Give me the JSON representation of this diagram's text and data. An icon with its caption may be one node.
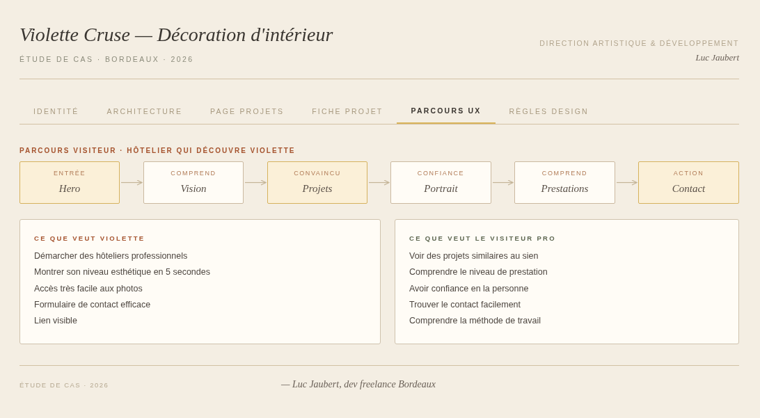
{
  "diagram": {
    "title": "Violette Cruse — Décoration d'intérieur",
    "nodes": [
      {
        "text": [
          "ENTRÉE",
          "Hero"
        ]
      },
      {
        "text": [
          "COMPREND",
          "Vision"
        ]
      },
      {
        "text": [
          "CONVAINCU",
          "Projets"
        ]
      },
      {
        "text": [
          "CONFIANCE",
          "Portrait"
        ]
      },
      {
        "text": [
          "COMPREND",
          "Prestations"
        ]
      },
      {
        "text": [
          "ACTION",
          "Contact"
        ]
      },
      {
        "text": [
          "CE QUE VEUT VIOLETTE",
          "Démarcher des hôteliers professionnels",
          "Montrer son niveau esthétique en 5 secondes",
          "Accès très facile aux photos",
          "Formulaire de contact efficace",
          "Lien visible"
        ]
      },
      {
        "text": [
          "CE QUE VEUT LE VISITEUR PRO",
          "Voir des projets similaires au sien",
          "Comprendre le niveau de prestation",
          "Avoir confiance en la personne",
          "Trouver le contact facilement",
          "Comprendre la méthode de travail"
        ]
      }
    ],
    "edges": [
      {
        "from": 0,
        "to": 1,
        "arrow": "to"
      },
      {
        "from": 1,
        "to": 2,
        "arrow": "to"
      },
      {
        "from": 2,
        "to": 3,
        "arrow": "to"
      },
      {
        "from": 3,
        "to": 4,
        "arrow": "to"
      },
      {
        "from": 4,
        "to": 5,
        "arrow": "to"
      }
    ],
    "labels": [
      "ÉTUDE DE CAS · BORDEAUX · 2026",
      "DIRECTION ARTISTIQUE & DÉVELOPPEMENT",
      "Luc Jaubert",
      "IDENTITÉ",
      "ARCHITECTURE",
      "PAGE PROJETS",
      "FICHE PROJET",
      "PARCOURS UX",
      "RÈGLES DESIGN",
      "PARCOURS VISITEUR · HÔTELIER QUI DÉCOUVRE VIOLETTE",
      "ÉTUDE DE CAS · 2026",
      "— Luc Jaubert, dev freelance Bordeaux"
    ]
  }
}
